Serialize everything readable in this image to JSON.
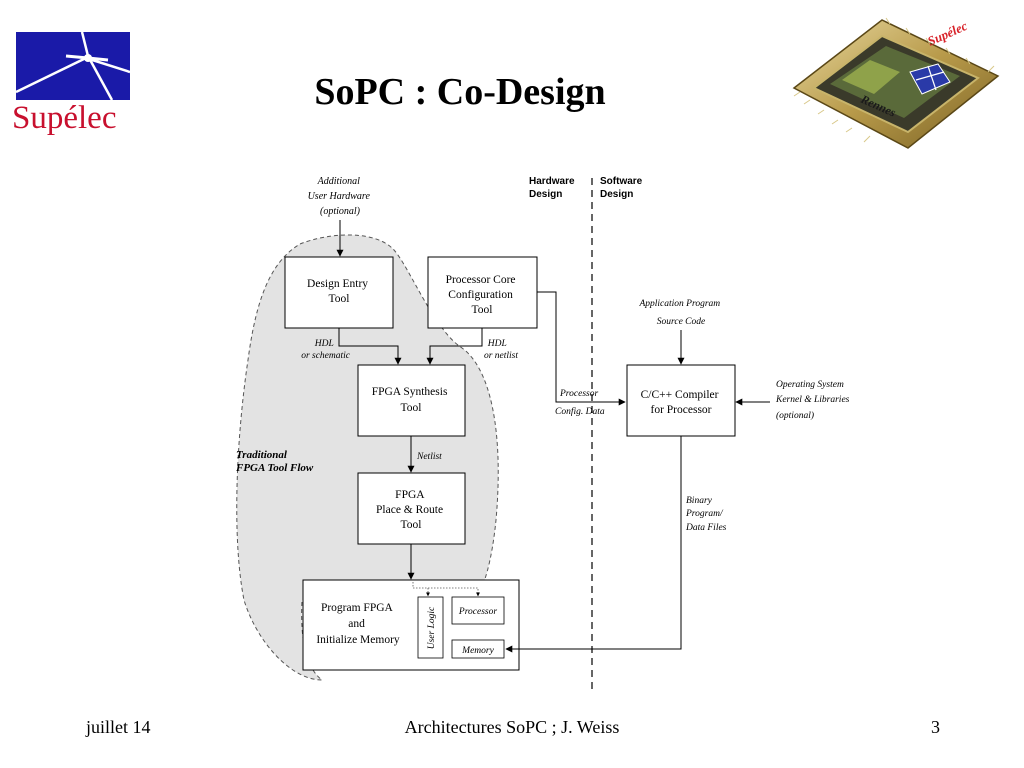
{
  "slide": {
    "title": "SoPC : Co-Design",
    "logo_text": "Supélec",
    "chip_labels": {
      "top": "Supélec",
      "bottom": "Rennes"
    },
    "footer": {
      "left": "juillet 14",
      "center": "Architectures SoPC ; J. Weiss",
      "page": "3"
    },
    "colors": {
      "logo_blue": "#1a1aa8",
      "logo_red": "#c8102e",
      "flow_fill": "#e3e3e3"
    }
  },
  "diagram": {
    "hardware_heading": [
      "Hardware",
      "Design"
    ],
    "software_heading": [
      "Software",
      "Design"
    ],
    "additional_hw": [
      "Additional",
      "User Hardware",
      "(optional)"
    ],
    "traditional_flow": [
      "Traditional",
      "FPGA Tool Flow"
    ],
    "design_entry": [
      "Design Entry",
      "Tool"
    ],
    "proc_core_config": [
      "Processor Core",
      "Configuration",
      "Tool"
    ],
    "hdl_schematic": [
      "HDL",
      "or schematic"
    ],
    "hdl_netlist": [
      "HDL",
      "or netlist"
    ],
    "fpga_synth": [
      "FPGA Synthesis",
      "Tool"
    ],
    "netlist": "Netlist",
    "fpga_par": [
      "FPGA",
      "Place & Route",
      "Tool"
    ],
    "program_fpga": [
      "Program FPGA",
      "and",
      "Initialize Memory"
    ],
    "user_logic": "User Logic",
    "processor_box": "Processor",
    "memory_box": "Memory",
    "proc_config_data": [
      "Processor",
      "Config. Data"
    ],
    "app_source": [
      "Application Program",
      "Source Code"
    ],
    "compiler": [
      "C/C++ Compiler",
      "for Processor"
    ],
    "os_libs": [
      "Operating System",
      "Kernel & Libraries",
      "(optional)"
    ],
    "binary_files": [
      "Binary",
      "Program/",
      "Data Files"
    ]
  }
}
